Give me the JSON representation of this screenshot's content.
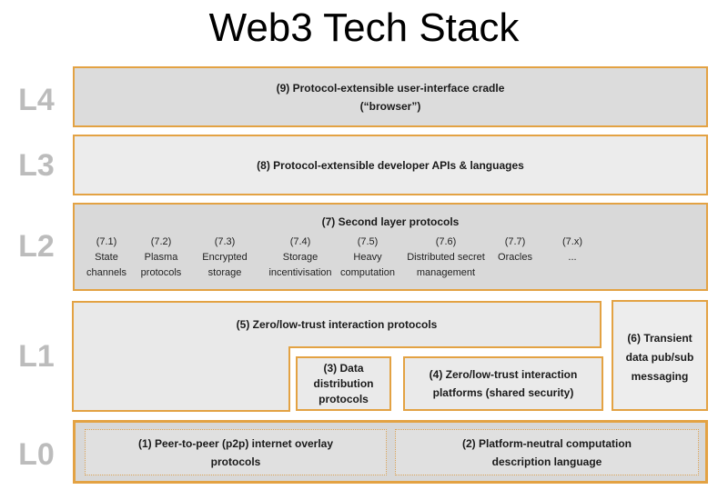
{
  "title": "Web3 Tech Stack",
  "colors": {
    "accent_border": "#E3A243",
    "fill_dark_gray": "#d9d9d9",
    "fill_light_gray": "#ececec",
    "layer_label_gray": "#bcbcbc",
    "text": "#1a1a1a",
    "background": "#ffffff"
  },
  "layer_labels": [
    "L4",
    "L3",
    "L2",
    "L1",
    "L0"
  ],
  "boxes": {
    "b9": {
      "lines": [
        "(9) Protocol-extensible user-interface cradle",
        "(“browser”)"
      ]
    },
    "b8": {
      "label": "(8) Protocol-extensible developer APIs & languages"
    },
    "b7": {
      "header": "(7) Second layer protocols",
      "items": [
        {
          "num": "(7.1)",
          "lines": [
            "State",
            "channels"
          ]
        },
        {
          "num": "(7.2)",
          "lines": [
            "Plasma",
            "protocols"
          ]
        },
        {
          "num": "(7.3)",
          "lines": [
            "Encrypted",
            "storage"
          ]
        },
        {
          "num": "(7.4)",
          "lines": [
            "Storage",
            "incentivisation"
          ]
        },
        {
          "num": "(7.5)",
          "lines": [
            "Heavy",
            "computation"
          ]
        },
        {
          "num": "(7.6)",
          "lines": [
            "Distributed secret",
            "management"
          ]
        },
        {
          "num": "(7.7)",
          "lines": [
            "Oracles"
          ]
        },
        {
          "num": "(7.x)",
          "lines": [
            "..."
          ]
        }
      ]
    },
    "b5": {
      "label": "(5) Zero/low-trust interaction protocols"
    },
    "b3": {
      "lines": [
        "(3) Data",
        "distribution",
        "protocols"
      ]
    },
    "b4": {
      "lines": [
        "(4) Zero/low-trust interaction",
        "platforms (shared security)"
      ]
    },
    "b6": {
      "lines": [
        "(6) Transient",
        "data pub/sub",
        "messaging"
      ]
    },
    "b1": {
      "lines": [
        "(1) Peer-to-peer (p2p) internet overlay",
        "protocols"
      ]
    },
    "b2": {
      "lines": [
        "(2) Platform-neutral computation",
        "description language"
      ]
    }
  }
}
